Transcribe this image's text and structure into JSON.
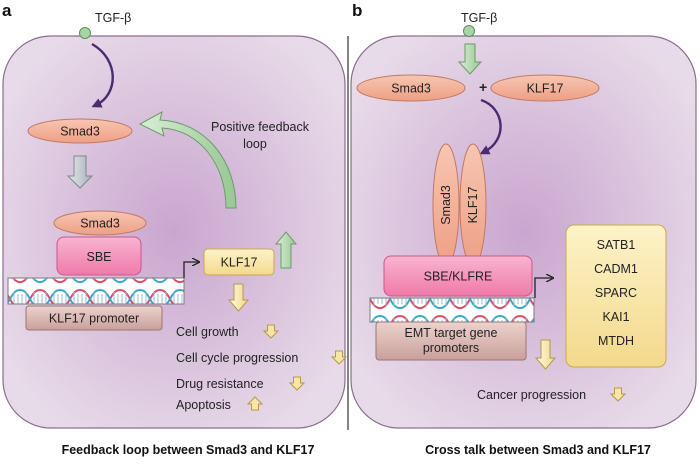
{
  "panels": {
    "a": {
      "letter": "a",
      "ligand": "TGF-β",
      "smad3_top": "Smad3",
      "feedback_label_line1": "Positive feedback",
      "feedback_label_line2": "loop",
      "smad3_bound": "Smad3",
      "sbe": "SBE",
      "klf17": "KLF17",
      "promoter": "KLF17 promoter",
      "effects": [
        {
          "label": "Cell growth",
          "direction": "down"
        },
        {
          "label": "Cell cycle progression",
          "direction": "down"
        },
        {
          "label": "Drug resistance",
          "direction": "down"
        },
        {
          "label": "Apoptosis",
          "direction": "up"
        }
      ],
      "caption": "Feedback loop between Smad3 and KLF17"
    },
    "b": {
      "letter": "b",
      "ligand": "TGF-β",
      "smad3": "Smad3",
      "plus": "+",
      "klf17": "KLF17",
      "complex_smad3": "Smad3",
      "complex_klf17": "KLF17",
      "sbe_klfre": "SBE/KLFRE",
      "promoter_line1": "EMT target gene",
      "promoter_line2": "promoters",
      "targets": [
        "SATB1",
        "CADM1",
        "SPARC",
        "KAI1",
        "MTDH"
      ],
      "outcome": {
        "label": "Cancer progression",
        "direction": "down"
      },
      "caption": "Cross talk between Smad3 and KLF17"
    }
  },
  "colors": {
    "cell_fill_center": "#cdb0d2",
    "cell_fill_edge": "#e6d6e8",
    "salmon": "#f3b39a",
    "pink": "#f48fb9",
    "klf17_box": "#f7e3a1",
    "promoter_box": "#d8b4b0",
    "grey_arrow": "#b8c0c8",
    "green_arrow": "#b7d9b4",
    "yellow_arrow": "#f7e6a8",
    "dark_purple_arrow": "#4c2a6e"
  }
}
